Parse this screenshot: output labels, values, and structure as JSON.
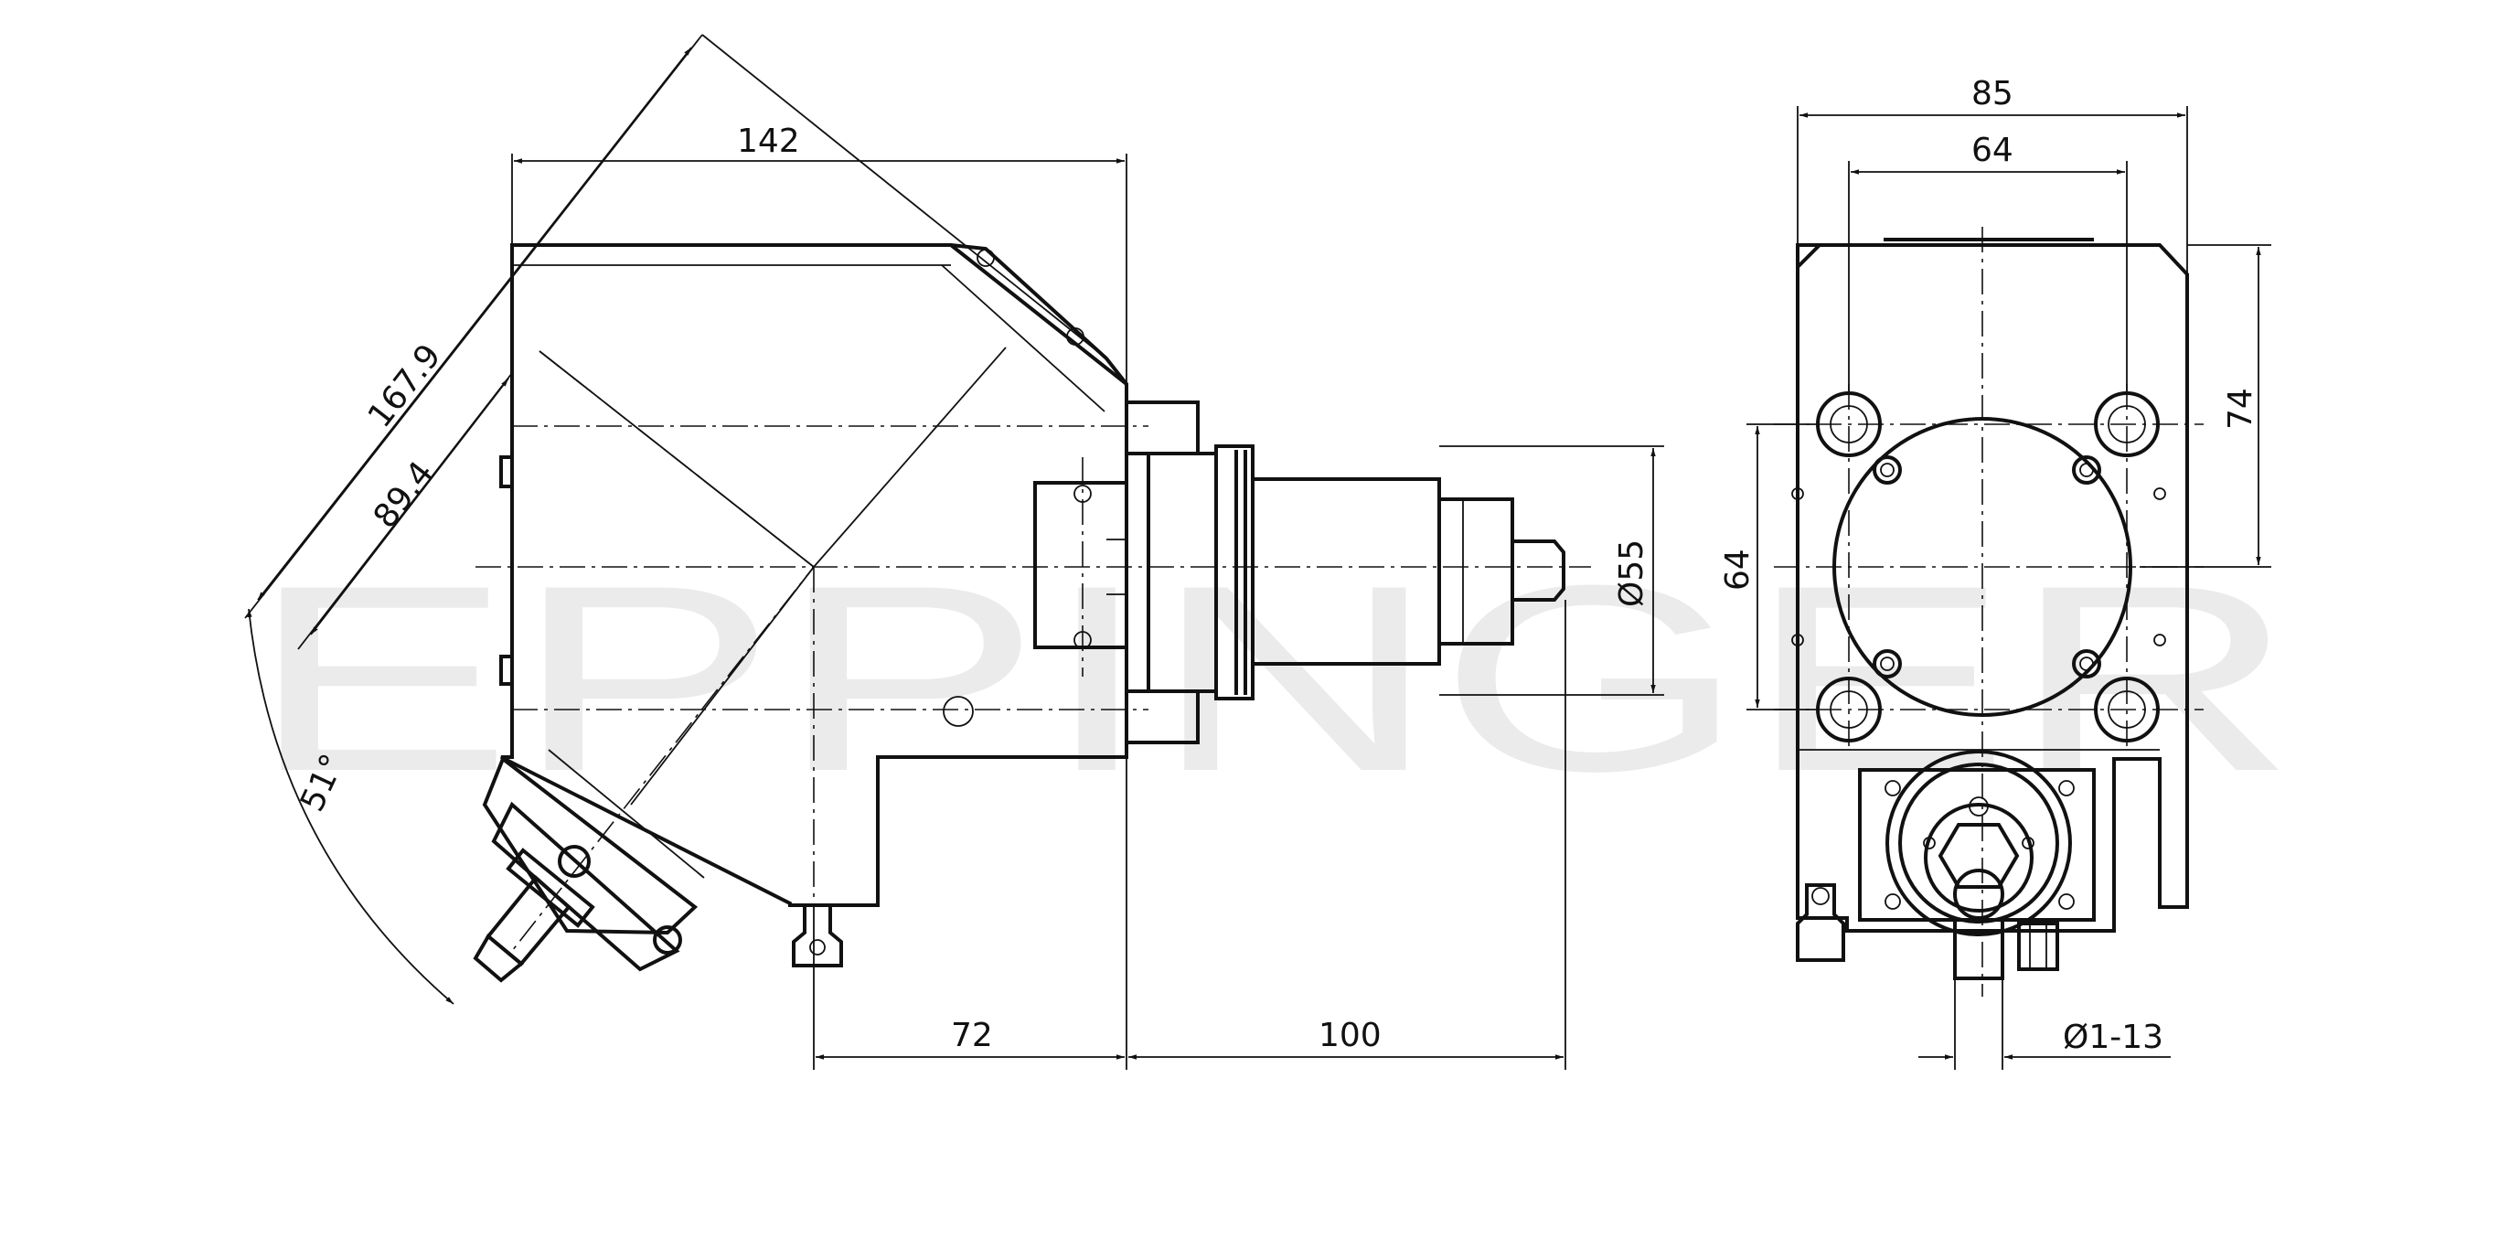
{
  "watermark": "EPPINGER",
  "dimensions": {
    "side_view": {
      "overall_width": "142",
      "diagonal_length": "167.9",
      "diagonal_offset": "89.4",
      "angle": "51°",
      "bottom_left": "72",
      "bottom_right": "100",
      "shaft_diameter": "Ø55"
    },
    "front_view": {
      "overall_width": "85",
      "bolt_spacing_horizontal": "64",
      "bolt_spacing_vertical": "64",
      "height": "74",
      "collet_range": "Ø1-13"
    }
  }
}
